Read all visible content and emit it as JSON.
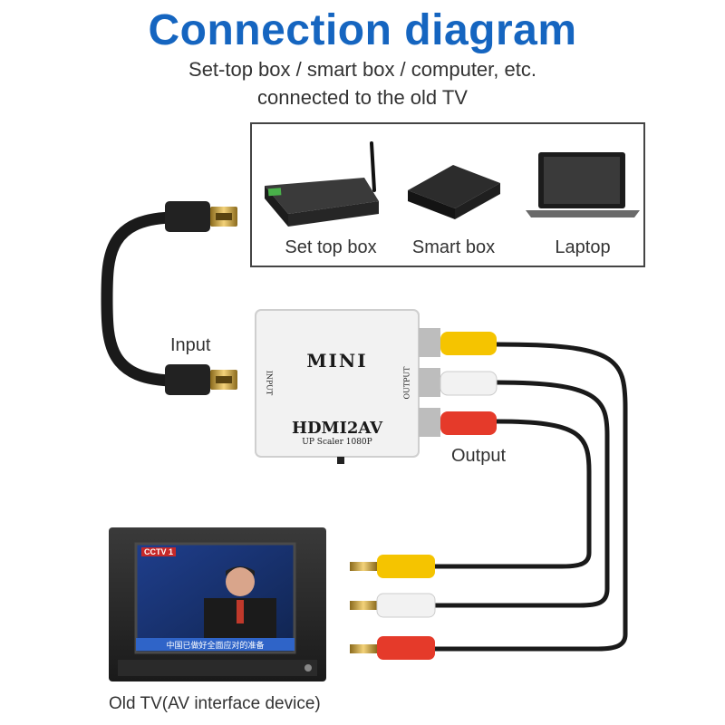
{
  "header": {
    "title": "Connection diagram",
    "subtitle_line1": "Set-top box / smart box / computer, etc.",
    "subtitle_line2": "connected to the old TV"
  },
  "devices": [
    {
      "label": "Set top box",
      "icon": "set-top-box-icon"
    },
    {
      "label": "Smart box",
      "icon": "smart-box-icon"
    },
    {
      "label": "Laptop",
      "icon": "laptop-icon"
    }
  ],
  "adapter": {
    "brand": "MINI",
    "model": "HDMI2AV",
    "spec": "UP Scaler 1080P",
    "input_port_label": "INPUT",
    "output_port_label": "OUTPUT"
  },
  "labels": {
    "input": "Input",
    "output": "Output",
    "tv": "Old TV(AV interface device)"
  },
  "tv_screen": {
    "channel_logo": "CCTV 1",
    "ticker_text": "中国已做好全面应对的准备"
  },
  "colors": {
    "title": "#1565c0",
    "rca_yellow": "#f5c400",
    "rca_white": "#f2f2f2",
    "rca_red": "#e53a2a",
    "cable": "#1a1a1a"
  }
}
